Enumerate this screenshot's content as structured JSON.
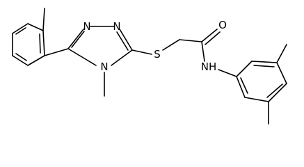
{
  "molecule": {
    "atoms": [
      {
        "id": "N1",
        "label": "N"
      },
      {
        "id": "N2",
        "label": "N"
      },
      {
        "id": "N4",
        "label": "N"
      },
      {
        "id": "S",
        "label": "S"
      },
      {
        "id": "O",
        "label": "O"
      },
      {
        "id": "NH",
        "label": "NH"
      }
    ]
  },
  "colors": {
    "bond": "#000000",
    "text": "#000000",
    "background": "#ffffff"
  }
}
